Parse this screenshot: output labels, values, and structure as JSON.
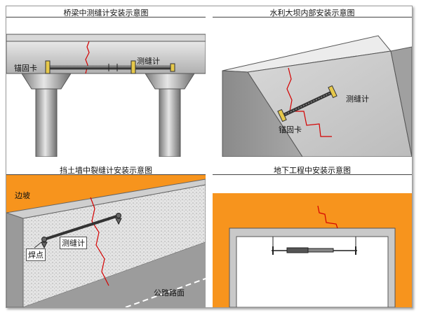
{
  "panels": {
    "bridge": {
      "title": "桥梁中测缝计安装示意图",
      "label_clamp": "锚固卡",
      "label_gauge": "测缝计"
    },
    "dam": {
      "title": "水利大坝内部安装示意图",
      "label_gauge": "测缝计",
      "label_clamp": "锚固卡"
    },
    "wall": {
      "title": "挡土墙中裂缝计安装示意图",
      "label_slope": "边坡",
      "label_gauge": "测缝计",
      "label_weld": "焊点",
      "label_road": "公路路面"
    },
    "tunnel": {
      "title": "地下工程中安装示意图"
    }
  },
  "colors": {
    "orange": "#f7941d",
    "concrete": "#cfcfcf",
    "crack": "#d40000",
    "line": "#333333"
  }
}
